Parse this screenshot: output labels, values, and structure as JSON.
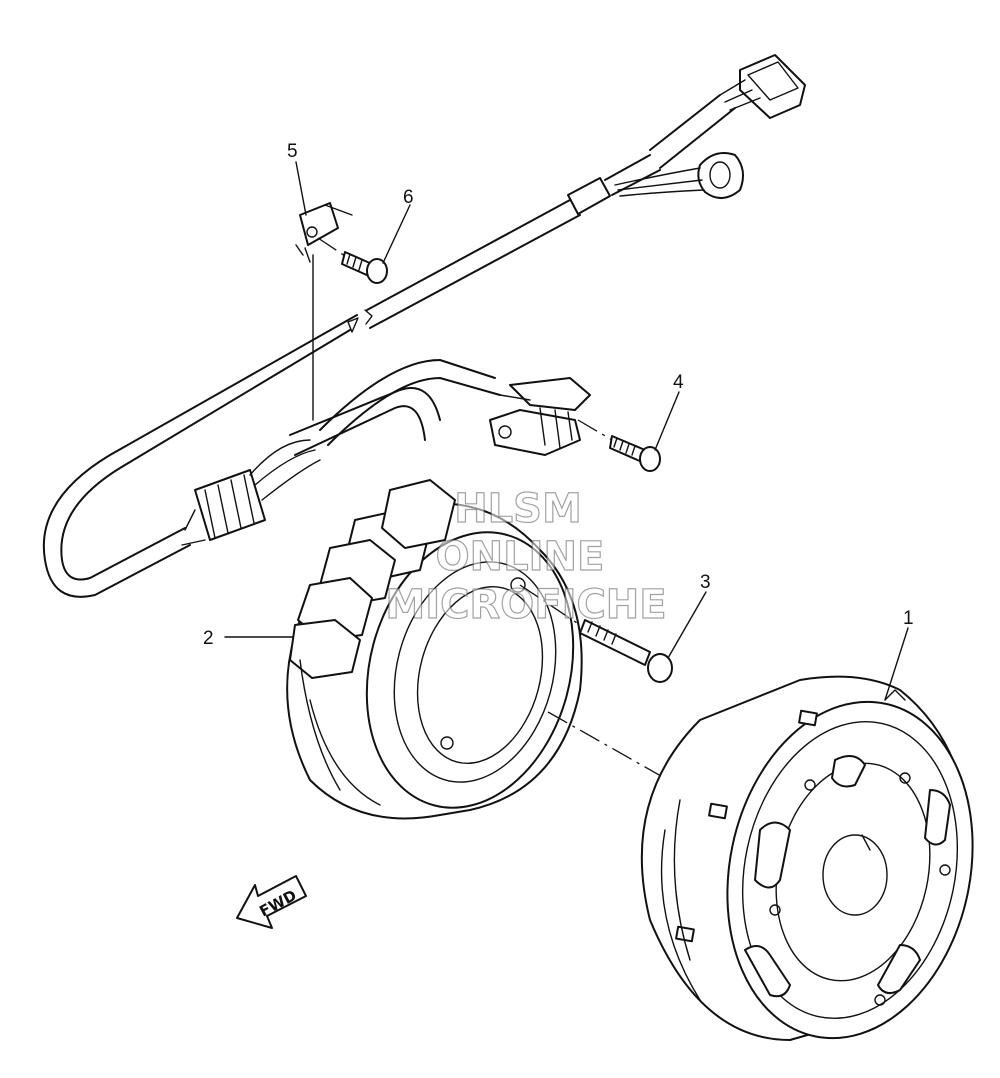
{
  "callouts": [
    {
      "id": "1",
      "label": "1"
    },
    {
      "id": "2",
      "label": "2"
    },
    {
      "id": "3",
      "label": "3"
    },
    {
      "id": "4",
      "label": "4"
    },
    {
      "id": "5",
      "label": "5"
    },
    {
      "id": "6",
      "label": "6"
    }
  ],
  "direction_arrow": {
    "label": "FWD"
  },
  "watermark": {
    "line1": "HLSM",
    "line2": "ONLINE",
    "line3": "MICROFICHE"
  }
}
